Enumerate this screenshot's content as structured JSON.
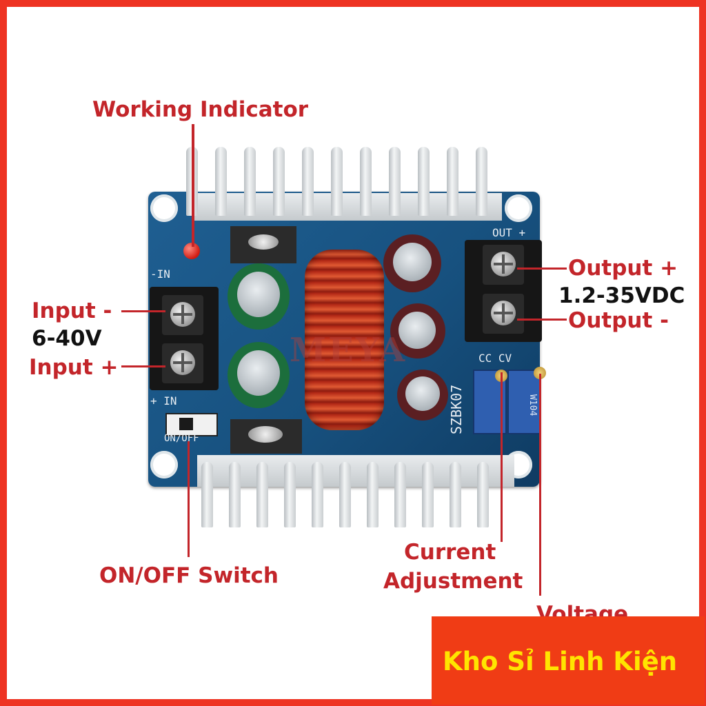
{
  "labels": {
    "working_indicator": "Working Indicator",
    "input_minus": "Input -",
    "input_voltage": "6-40V",
    "input_plus": "Input +",
    "output_plus": "Output +",
    "output_voltage": "1.2-35VDC",
    "output_minus": "Output -",
    "current_adjustment_line1": "Current",
    "current_adjustment_line2": "Adjustment",
    "voltage_partial": "Voltage",
    "onoff_switch": "ON/OFF Switch"
  },
  "silkscreen": {
    "in_minus": "-IN",
    "in_plus": "+ IN",
    "out_plus": "OUT +",
    "cc_cv": "CC CV",
    "on_off": "ON/OFF",
    "model": "SZBK07",
    "pot_code": "W104"
  },
  "watermark": "MEYA",
  "banner": {
    "text": "Kho Sỉ Linh Kiện"
  },
  "colors": {
    "frame": "#ee3322",
    "label_red": "#c3252a",
    "board_blue": "#1a5787",
    "banner_bg": "#f03c15",
    "banner_text": "#ffe400"
  }
}
